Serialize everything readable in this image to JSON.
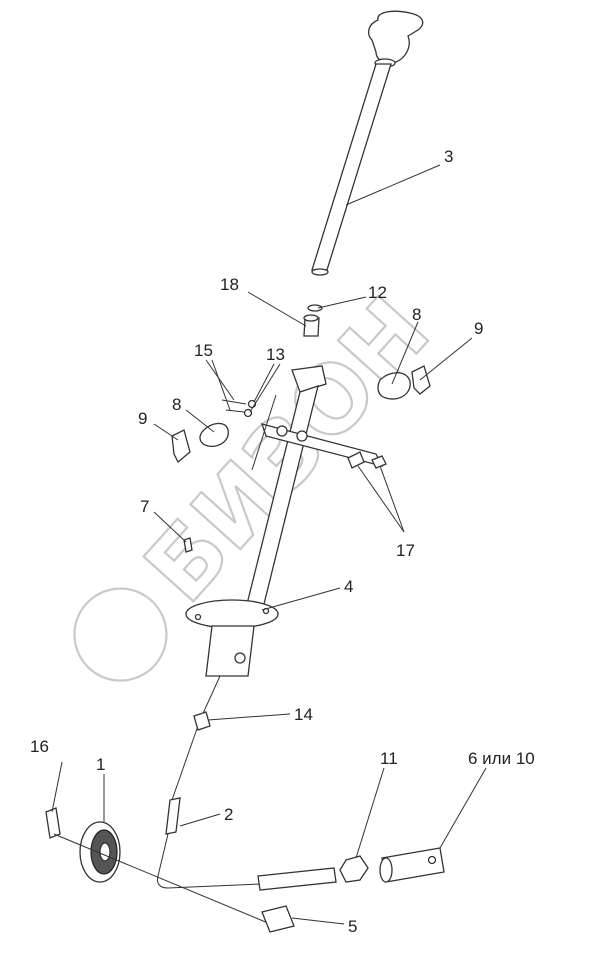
{
  "watermark": "БИЗОН",
  "callouts": [
    {
      "id": "p3",
      "label": "3"
    },
    {
      "id": "p18",
      "label": "18"
    },
    {
      "id": "p12",
      "label": "12"
    },
    {
      "id": "p8r",
      "label": "8"
    },
    {
      "id": "p9r",
      "label": "9"
    },
    {
      "id": "p15",
      "label": "15"
    },
    {
      "id": "p13",
      "label": "13"
    },
    {
      "id": "p8l",
      "label": "8"
    },
    {
      "id": "p9l",
      "label": "9"
    },
    {
      "id": "p7",
      "label": "7"
    },
    {
      "id": "p17",
      "label": "17"
    },
    {
      "id": "p4",
      "label": "4"
    },
    {
      "id": "p14",
      "label": "14"
    },
    {
      "id": "p16",
      "label": "16"
    },
    {
      "id": "p1",
      "label": "1"
    },
    {
      "id": "p11",
      "label": "11"
    },
    {
      "id": "p6or10",
      "label": "6 или 10"
    },
    {
      "id": "p2",
      "label": "2"
    },
    {
      "id": "p5",
      "label": "5"
    }
  ]
}
